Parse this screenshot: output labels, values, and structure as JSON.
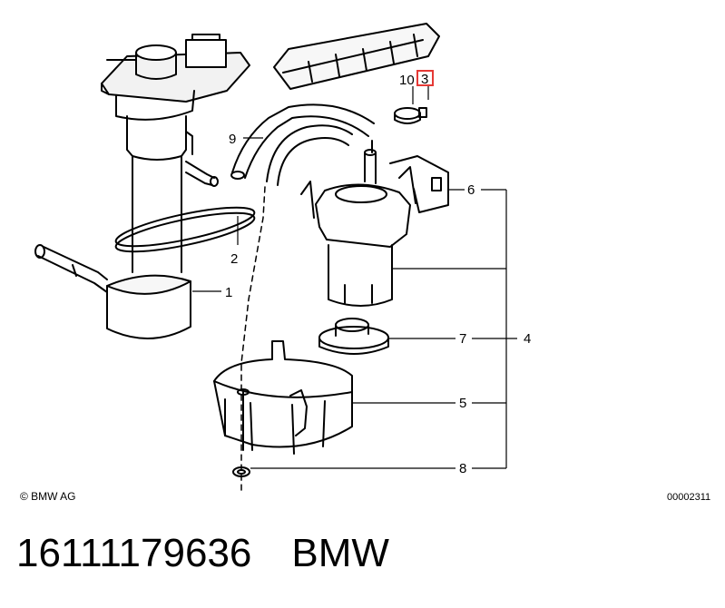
{
  "callouts": {
    "c1": "1",
    "c2": "2",
    "c3": "3",
    "c4": "4",
    "c5": "5",
    "c6": "6",
    "c7": "7",
    "c8": "8",
    "c9": "9",
    "c10": "10"
  },
  "highlight_color": "#e53935",
  "copyright": "© BMW AG",
  "doc_number": "00002311",
  "part_number": "16111179636",
  "brand": "BMW"
}
